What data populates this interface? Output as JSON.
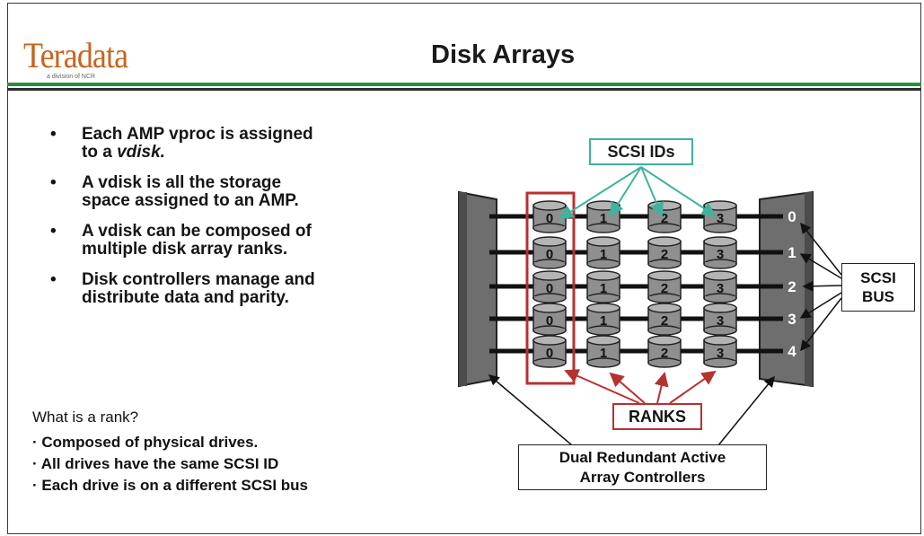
{
  "header": {
    "logo_text": "Teradata",
    "logo_subtitle": "a division of NCR",
    "title": "Disk Arrays"
  },
  "bullets": [
    {
      "line1": "Each AMP vproc is assigned",
      "line2_prefix": "to a ",
      "line2_italic": "vdisk."
    },
    {
      "line1": "A vdisk is all the storage",
      "line2": "space assigned to an AMP."
    },
    {
      "line1": "A vdisk can be composed of",
      "line2": "multiple disk array ranks."
    },
    {
      "line1": "Disk controllers manage and",
      "line2": "distribute data and parity."
    }
  ],
  "rank_section": {
    "question": "What is a rank?",
    "items": [
      "· Composed of physical drives.",
      "· All drives have the same SCSI ID",
      "· Each drive is on a different SCSI bus"
    ]
  },
  "diagram": {
    "scsi_ids_label": "SCSI IDs",
    "scsi_bus_label_line1": "SCSI",
    "scsi_bus_label_line2": "BUS",
    "ranks_label": "RANKS",
    "controllers_label_line1": "Dual Redundant Active",
    "controllers_label_line2": "Array Controllers",
    "bus_numbers": [
      "0",
      "1",
      "2",
      "3",
      "4"
    ],
    "disk_ids": [
      "0",
      "1",
      "2",
      "3"
    ],
    "colors": {
      "scsi_ids_accent": "#3fb39d",
      "ranks_accent": "#b7312f",
      "controller": "#6e6e6e",
      "disk": "#8f8f8f",
      "header_rule": "#2e8b3e",
      "logo": "#c8641e"
    }
  }
}
